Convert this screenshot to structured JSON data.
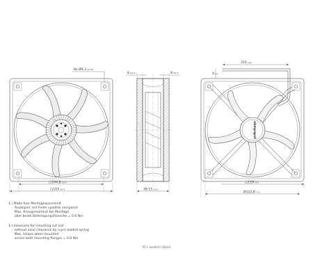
{
  "drawing": {
    "dimensions": {
      "holes": "8x Ø4,3",
      "holes_tol": "+0.15",
      "offset_left": "8",
      "offset_left_tol": "±0.3",
      "offset_right": "8",
      "offset_right_tol": "±0.3",
      "lead_length": "310",
      "lead_length_tol": "+10",
      "lead_small": "4",
      "lead_small_tol": "±1",
      "front_cutout": "□104,8",
      "front_cutout_tol": "±0.2",
      "front_outer": "□119",
      "front_outer_tol": "±0.3",
      "side_depth": "38.15",
      "side_depth_tol": "±0.3",
      "rear_cutout": "□119",
      "rear_cutout_tol": "-0.5",
      "rear_diameter": "Ø122,8",
      "rear_diameter_tol": "-0.3"
    },
    "label": "ebmpapst",
    "notes_de": [
      "1.) Maße fuer Montageausschnitt",
      "   -  Axialspiel: mit Feder spielfrei verspannt",
      "      Max. Anzugsmoment bei Montage",
      "      über beide Befestigungsflansche = 0.6 Nm"
    ],
    "notes_en": [
      "1.) measures for mounting cut-out",
      "   -  without axial clearance by a pre-loaded spring",
      "      Max. torque when mounted",
      "      across both mounting flanges = 0.6 Nm"
    ],
    "footer": "RT+ axial/rd / Stand"
  }
}
